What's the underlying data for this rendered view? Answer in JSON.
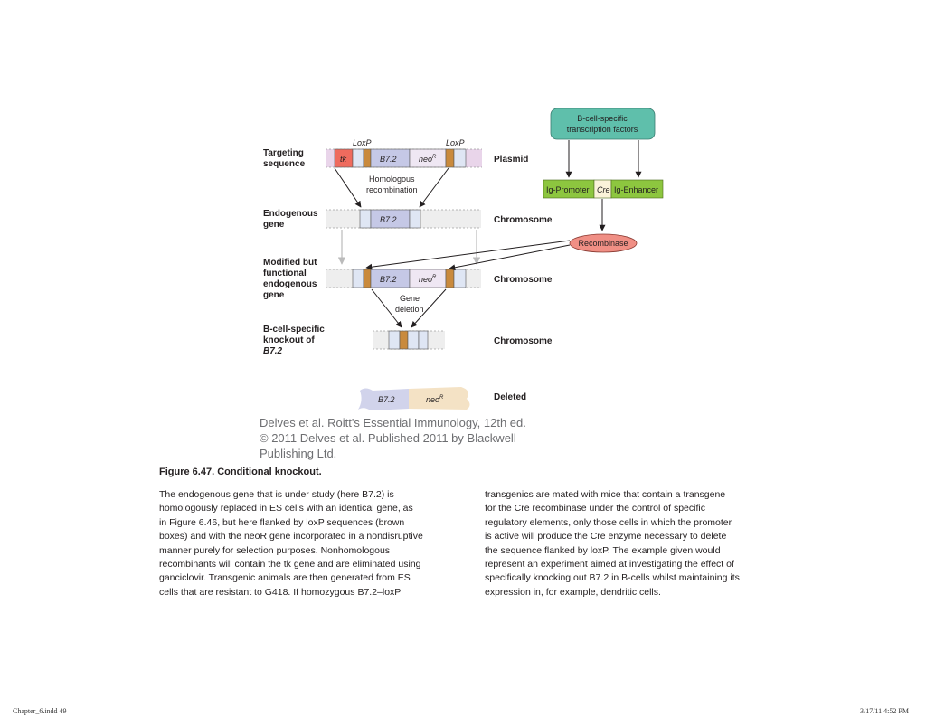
{
  "figure": {
    "left_labels": {
      "targeting": [
        "Targeting",
        "sequence"
      ],
      "endogenous": [
        "Endogenous",
        "gene"
      ],
      "modified": [
        "Modified but",
        "functional",
        "endogenous",
        "gene"
      ],
      "knockout": [
        "B-cell-specific",
        "knockout of",
        "B7.2"
      ]
    },
    "right_labels": {
      "plasmid": "Plasmid",
      "chromosome1": "Chromosome",
      "chromosome2": "Chromosome",
      "chromosome3": "Chromosome",
      "deleted": "Deleted"
    },
    "loxp_label": "LoxP",
    "genes": {
      "tk": "tk",
      "b72": "B7.2",
      "neo": "neo",
      "neo_sup": "R"
    },
    "homologous": [
      "Homologous",
      "recombination"
    ],
    "gene_deletion": [
      "Gene",
      "deletion"
    ],
    "tf_box": [
      "B-cell-specific",
      "transcription factors"
    ],
    "construct": {
      "promoter": "Ig-Promoter",
      "cre": "Cre",
      "enhancer": "Ig-Enhancer"
    },
    "recombinase": "Recombinase",
    "colors": {
      "tk": "#ef6b5e",
      "b72": "#c5c8e6",
      "neo": "#efe7f3",
      "loxp": "#c98a3d",
      "flank": "#dfe6f4",
      "plasmid_flank": "#e9d5ea",
      "tf_box": "#5fbfab",
      "construct": "#8dc63f",
      "recombinase": "#f08f85"
    }
  },
  "credit": {
    "line1": "Delves et al. Roitt's Essential Immunology, 12th ed.",
    "line2": "© 2011 Delves et al. Published 2011 by Blackwell",
    "line3": "Publishing Ltd."
  },
  "caption": {
    "title": "Figure 6.47.  Conditional knockout.",
    "col1": [
      "The endogenous gene that is under study (here B7.2) is",
      "homologously replaced in ES cells with an identical gene, as",
      "in Figure 6.46, but here flanked by loxP sequences (brown",
      "boxes) and with the neoR gene incorporated in a nondisruptive",
      "manner purely for selection purposes. Nonhomologous",
      "recombinants will contain the tk gene and are eliminated using",
      "ganciclovir. Transgenic animals are then generated from ES",
      "cells that are resistant to G418. If homozygous B7.2–loxP"
    ],
    "col2": [
      "transgenics are mated with mice that contain a transgene",
      "for the Cre recombinase under the control of specific",
      "regulatory elements, only those cells in which the promoter",
      "is active will produce the Cre enzyme necessary to delete",
      "the sequence flanked by loxP. The example given would",
      "represent an experiment aimed at investigating the effect of",
      "specifically knocking out B7.2 in B-cells whilst maintaining its",
      "expression in, for example, dendritic cells."
    ]
  },
  "footer": {
    "left": "Chapter_6.indd  49",
    "right": "3/17/11  4:52 PM"
  }
}
